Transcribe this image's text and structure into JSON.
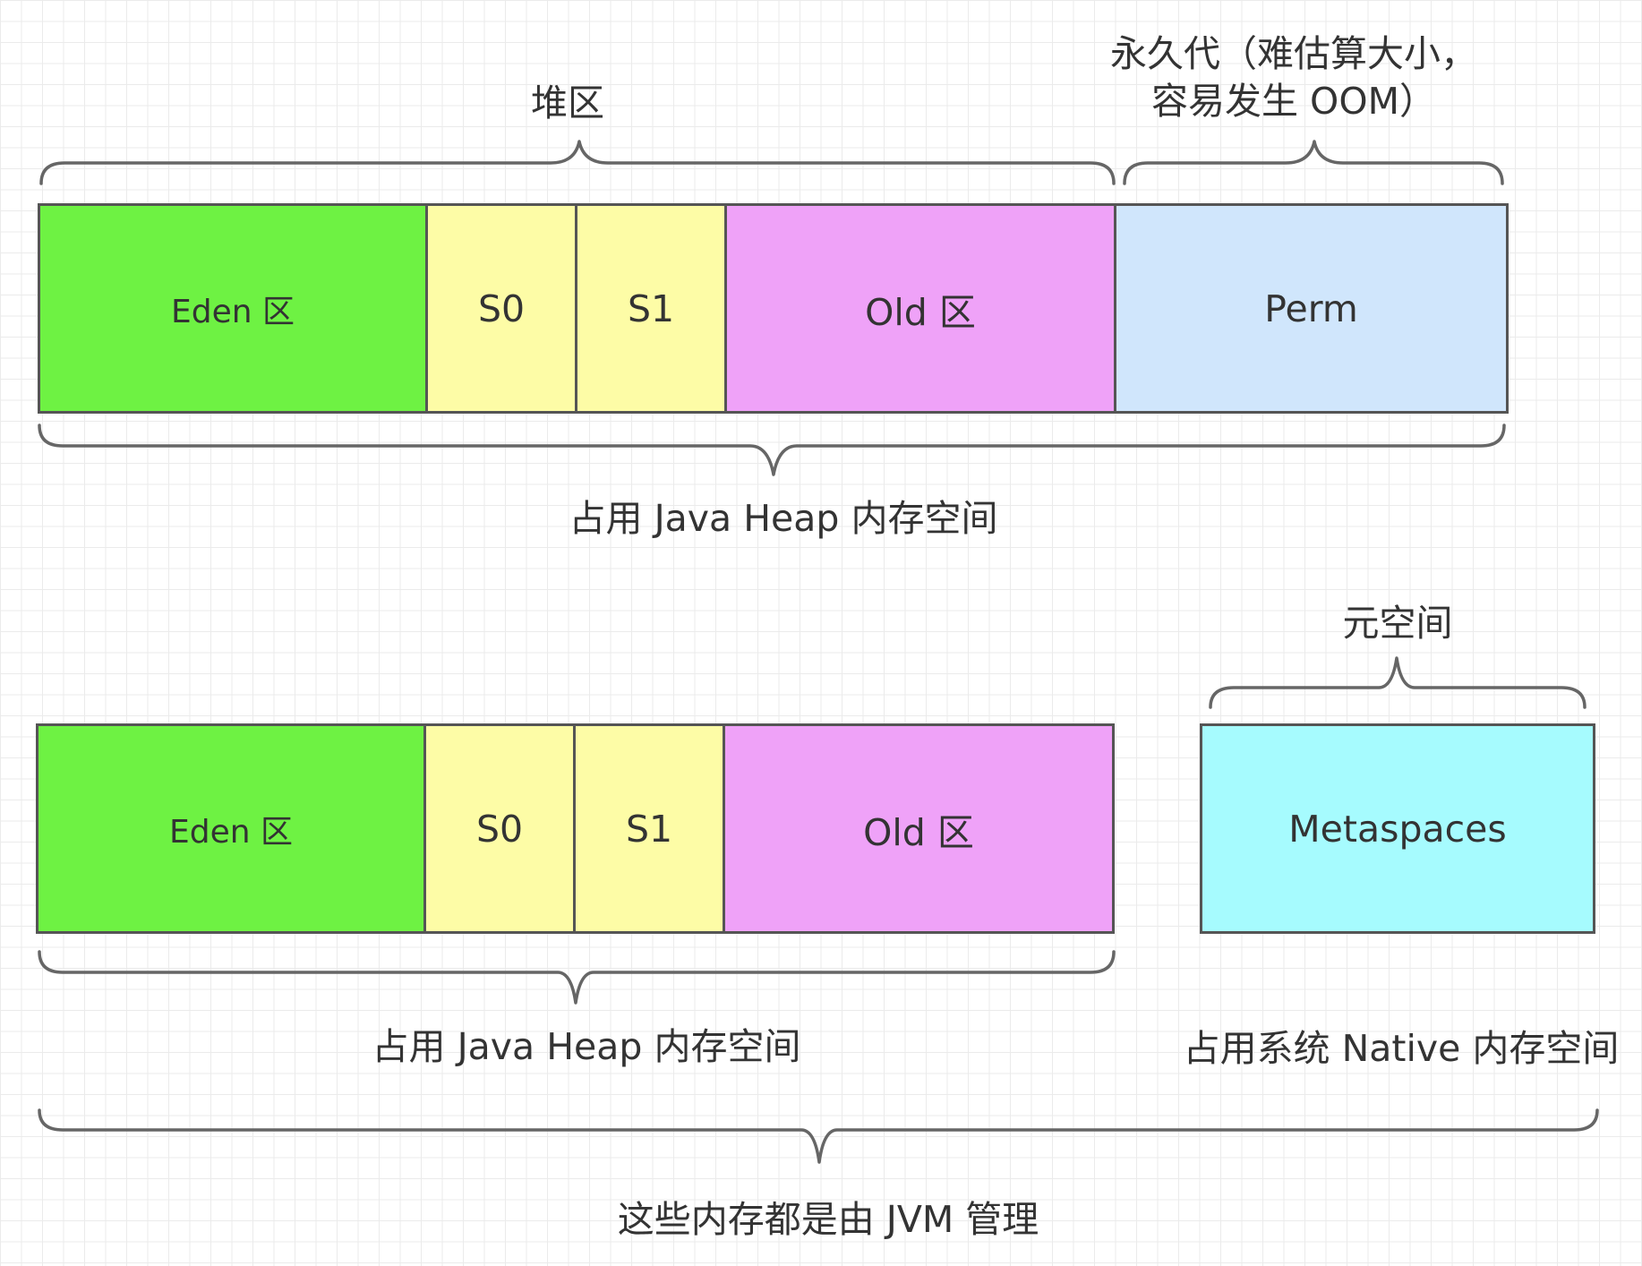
{
  "colors": {
    "eden": "#6ef243",
    "survivor": "#fdfca6",
    "old": "#efa2f8",
    "perm": "#d0e6fc",
    "metaspace": "#a6fbfe",
    "border": "#555555"
  },
  "top": {
    "heap_label": "堆区",
    "perm_label": "永久代（难估算大小，\n容易发生 OOM）",
    "eden": "Eden 区",
    "s0": "S0",
    "s1": "S1",
    "old": "Old 区",
    "perm": "Perm",
    "bottom_label": "占用 Java Heap 内存空间"
  },
  "bottom": {
    "meta_label": "元空间",
    "eden": "Eden 区",
    "s0": "S0",
    "s1": "S1",
    "old": "Old 区",
    "metaspace": "Metaspaces",
    "heap_usage_label": "占用 Java Heap 内存空间",
    "native_usage_label": "占用系统 Native 内存空间",
    "jvm_label": "这些内存都是由 JVM 管理"
  }
}
